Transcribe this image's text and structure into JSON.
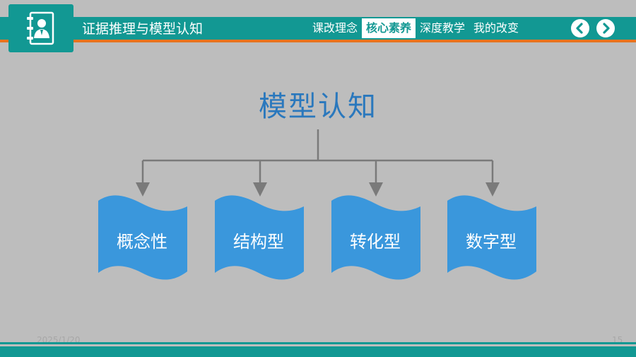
{
  "header": {
    "title": "证据推理与模型认知",
    "logo_icon": "contact-book-icon",
    "tabs": [
      {
        "label": "课改理念",
        "active": false
      },
      {
        "label": "核心素养",
        "active": true
      },
      {
        "label": "深度教学",
        "active": false
      },
      {
        "label": "我的改变",
        "active": false
      }
    ],
    "prev_icon": "chevron-left-icon",
    "next_icon": "chevron-right-icon"
  },
  "diagram": {
    "title": "模型认知",
    "nodes": [
      {
        "label": "概念性"
      },
      {
        "label": "结构型"
      },
      {
        "label": "转化型"
      },
      {
        "label": "数字型"
      }
    ]
  },
  "footer": {
    "date": "2025/1/20",
    "page_number": "15"
  },
  "colors": {
    "teal": "#129893",
    "orange": "#e8731e",
    "blue_title": "#2a78bd",
    "node_blue": "#3a97dc",
    "connector": "#7a7a7a",
    "background": "#bdbdbd"
  }
}
